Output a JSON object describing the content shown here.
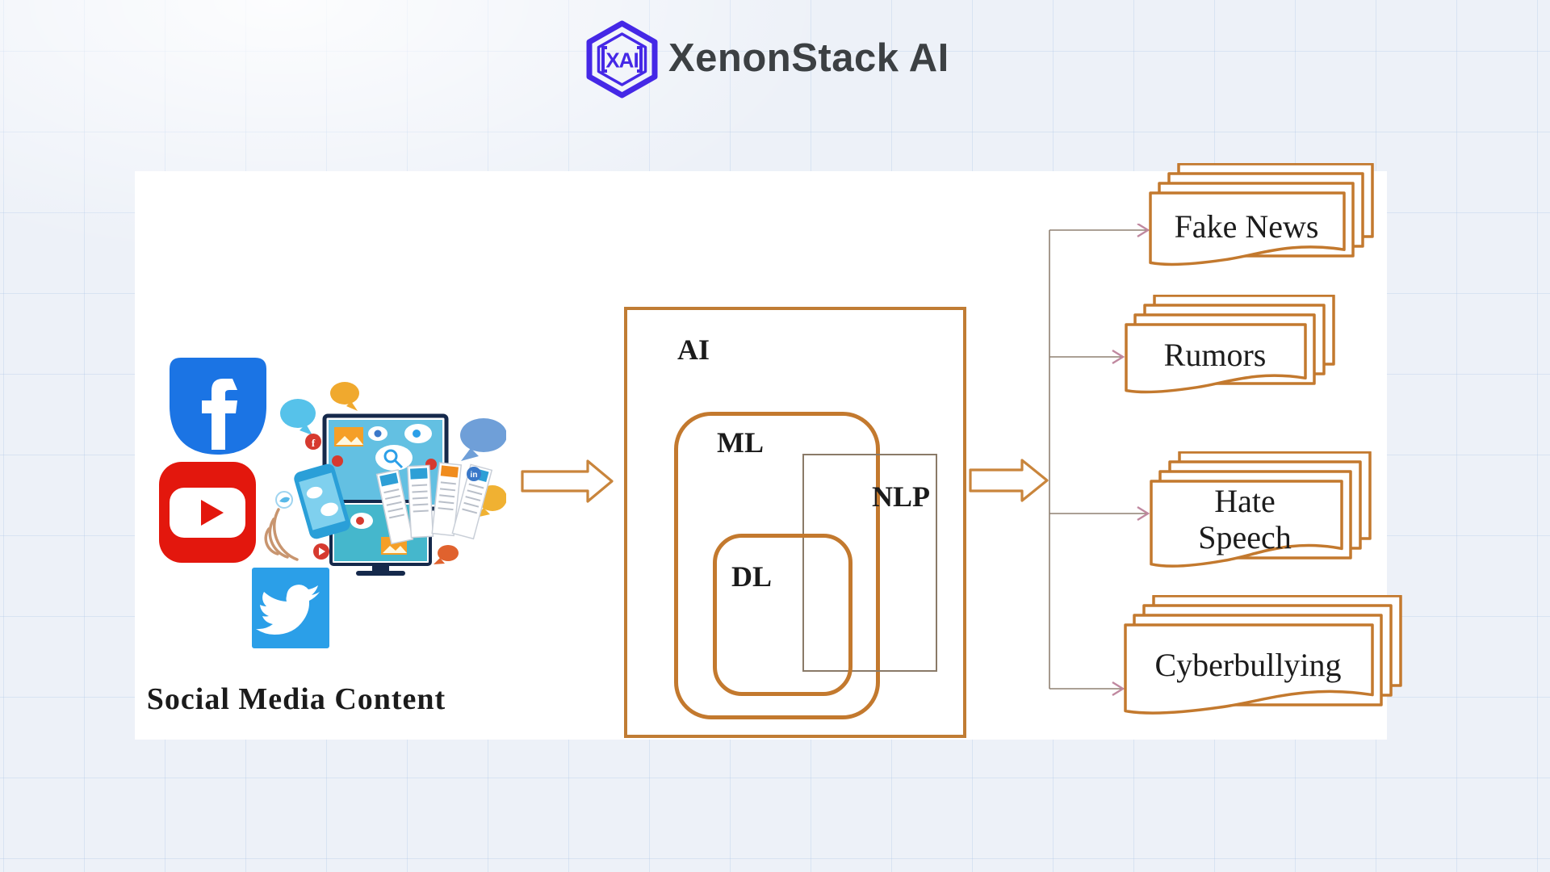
{
  "brand": {
    "name": "XenonStack AI",
    "monogram": "XAI",
    "accent_color": "#4528e6",
    "text_color": "#3c4043"
  },
  "diagram": {
    "input_label": "Social Media Content",
    "ai_label": "AI",
    "ml_label": "ML",
    "nlp_label": "NLP",
    "dl_label": "DL",
    "outputs": [
      {
        "label": "Fake News"
      },
      {
        "label": "Rumors"
      },
      {
        "label": "Hate Speech"
      },
      {
        "label": "Cyberbullying"
      }
    ],
    "social_icons": [
      "facebook-icon",
      "youtube-icon",
      "twitter-icon"
    ],
    "colors": {
      "box_border": "#c3792e",
      "nlp_border": "#8a7a68",
      "arrow_border": "#c9853c",
      "connector_line": "#8f8072",
      "arrowhead": "#c0889f",
      "label_text": "#1b1b1b"
    }
  }
}
